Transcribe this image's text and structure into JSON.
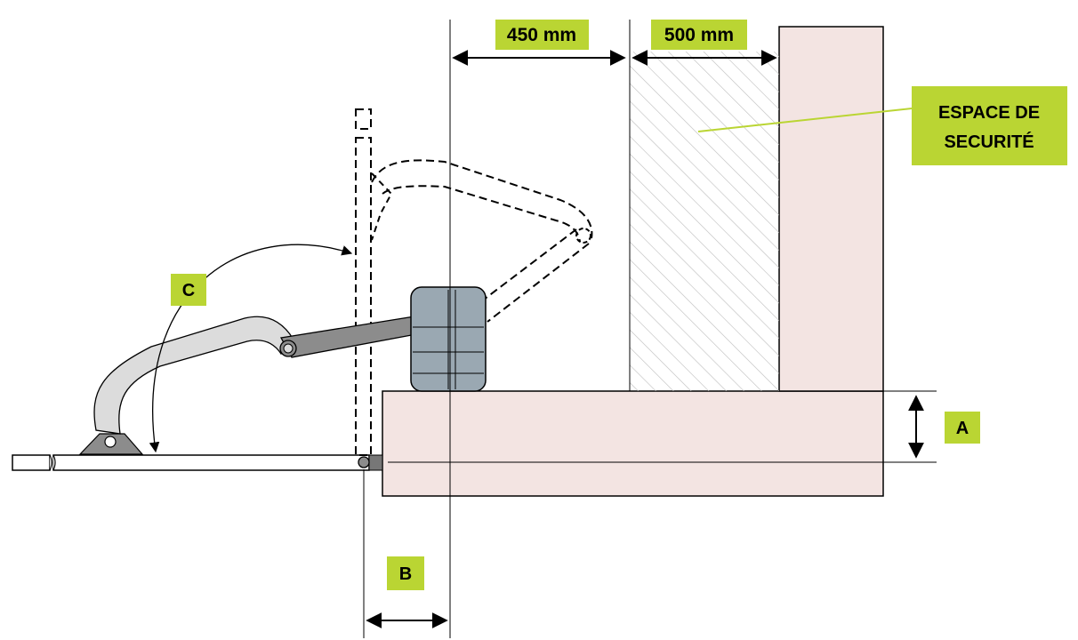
{
  "dimensions": {
    "d450": "450 mm",
    "d500": "500 mm"
  },
  "labels": {
    "a": "A",
    "b": "B",
    "c": "C",
    "safety_line1": "ESPACE DE",
    "safety_line2": "SECURITÉ"
  },
  "colors": {
    "label_bg": "#bad533",
    "wall": "#f3e4e2",
    "motor": "#9aa8b2",
    "arm": "#8c8c8c",
    "arm_light": "#dcdcdc"
  }
}
